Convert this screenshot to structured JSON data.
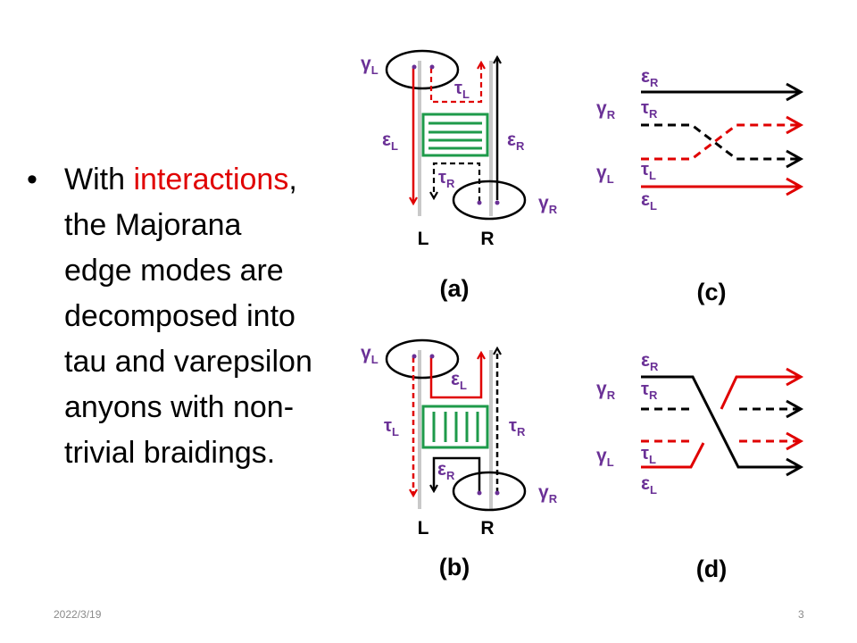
{
  "bullet": {
    "dot": "•",
    "line1_pre": "With ",
    "line1_red": "interactions",
    "line1_post": ",",
    "lines": [
      "the Majorana",
      "edge modes are",
      "decomposed into",
      "tau and varepsilon",
      "anyons with non-",
      "trivial braidings."
    ]
  },
  "footer": {
    "date": "2022/3/19",
    "page": "3"
  },
  "panels": {
    "a": "(a)",
    "b": "(b)",
    "c": "(c)",
    "d": "(d)",
    "left_label": "L",
    "right_label": "R"
  },
  "symbols": {
    "gamma": "γ",
    "epsilon": "ε",
    "tau": "τ",
    "sub_L": "L",
    "sub_R": "R"
  },
  "colors": {
    "red": "#e00000",
    "purple": "#6a3096",
    "green": "#1e9a4a",
    "rail": "#c9c9c9"
  }
}
